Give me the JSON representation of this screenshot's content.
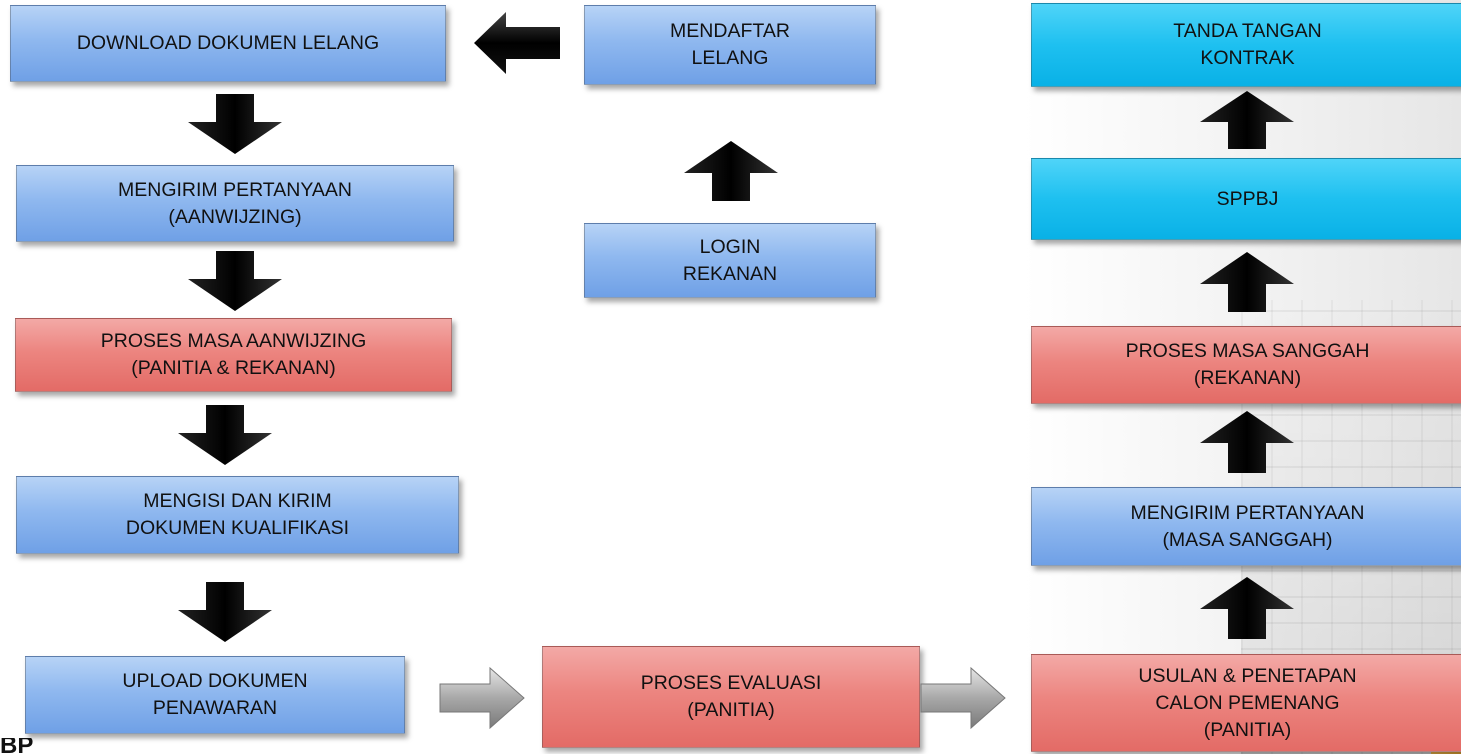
{
  "steps": {
    "download": "DOWNLOAD DOKUMEN LELANG",
    "mendaftar": "MENDAFTAR\nLELANG",
    "tanda_tangan": "TANDA TANGAN\nKONTRAK",
    "mengirim_aanwijzing": "MENGIRIM PERTANYAAN\n(AANWIJZING)",
    "login": "LOGIN\nREKANAN",
    "sppbj": "SPPBJ",
    "proses_aanwijzing": "PROSES MASA AANWIJZING\n(PANITIA & REKANAN)",
    "proses_sanggah": "PROSES MASA SANGGAH\n(REKANAN)",
    "mengisi": "MENGISI DAN KIRIM\nDOKUMEN KUALIFIKASI",
    "mengirim_sanggah": "MENGIRIM PERTANYAAN\n(MASA SANGGAH)",
    "upload": "UPLOAD DOKUMEN\nPENAWARAN",
    "evaluasi": "PROSES EVALUASI\n(PANITIA)",
    "usulan": "USULAN & PENETAPAN\nCALON PEMENANG\n(PANITIA)"
  },
  "colors": {
    "blue": "#8fb8ef",
    "red": "#ec8580",
    "cyan": "#1ec0f0",
    "arrow_black": "#000000",
    "arrow_gray": "#9a9a9a"
  }
}
